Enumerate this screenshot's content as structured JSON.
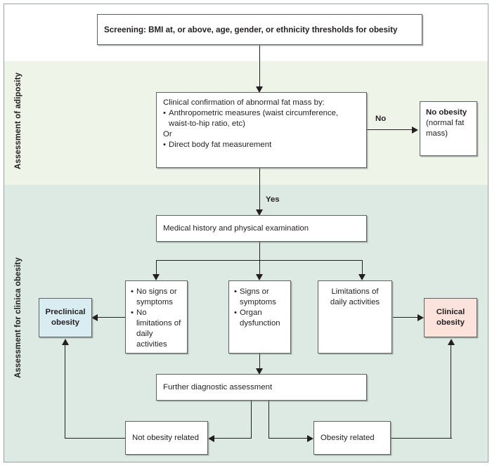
{
  "figure": {
    "type": "flowchart",
    "bands": [
      {
        "id": "adiposity",
        "label": "Assessment of adiposity",
        "color": "#eff4e9"
      },
      {
        "id": "clinical",
        "label": "Assessment for clinica obesity",
        "color": "#dde9e3"
      }
    ],
    "colors": {
      "band_adiposity": "#eff4e9",
      "band_clinical": "#dde9e3",
      "preclinical_fill": "#d8ecf2",
      "clinical_fill": "#fbe3dc",
      "box_fill": "#ffffff",
      "stroke": "#5b6360",
      "text": "#231f20"
    }
  },
  "nodes": {
    "screening": {
      "text": "Screening: BMI at, or above, age, gender, or ethnicity thresholds for obesity"
    },
    "confirmation": {
      "lead": "Clinical confirmation of abnormal fat mass by:",
      "bullets_a": [
        "Anthropometric measures (waist circumference, waist-to-hip ratio, etc)"
      ],
      "connector": "Or",
      "bullets_b": [
        "Direct body fat measurement"
      ]
    },
    "no_obesity": {
      "title": "No obesity",
      "subtitle": "(normal fat mass)"
    },
    "medical_history": {
      "text": "Medical history and physical examination"
    },
    "branch_left": {
      "bullets": [
        "No signs or symptoms",
        "No limitations of daily activities"
      ]
    },
    "branch_middle": {
      "bullets": [
        "Signs or symptoms",
        "Organ dysfunction"
      ]
    },
    "branch_right": {
      "text": "Limitations of daily activities"
    },
    "preclinical_obesity": {
      "text": "Preclinical obesity"
    },
    "clinical_obesity": {
      "text": "Clinical obesity"
    },
    "further_assessment": {
      "text": "Further diagnostic assessment"
    },
    "not_obesity_related": {
      "text": "Not obesity related"
    },
    "obesity_related": {
      "text": "Obesity related"
    }
  },
  "edge_labels": {
    "no": "No",
    "yes": "Yes"
  }
}
